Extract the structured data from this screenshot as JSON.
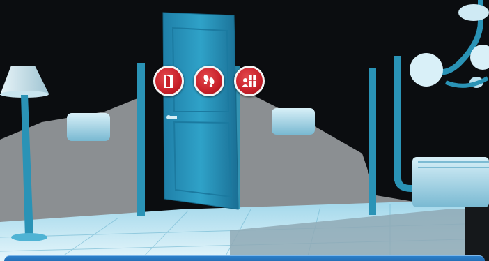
{
  "scene": {
    "description_colors": {
      "background": "#0b0d10",
      "accent_blue": "#2a93b6",
      "hotspot_red": "#c8202a"
    }
  },
  "hotspots": [
    {
      "name": "door",
      "icon": "door-icon"
    },
    {
      "name": "footsteps",
      "icon": "footsteps-icon"
    },
    {
      "name": "room",
      "icon": "person-room-icon"
    }
  ],
  "bottom_bar": {
    "color": "#1f66ad"
  }
}
